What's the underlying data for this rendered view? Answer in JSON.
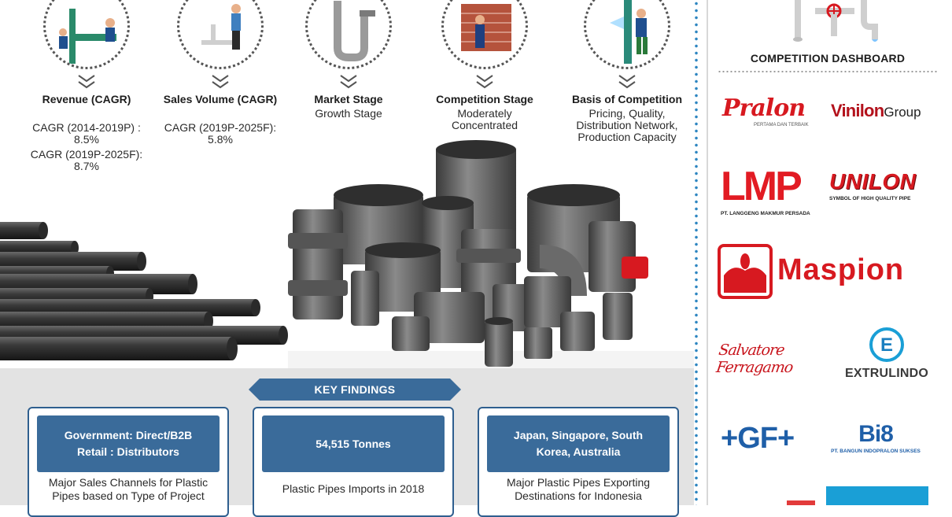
{
  "metrics": [
    {
      "title": "Revenue (CAGR)",
      "lines": [
        "CAGR (2014-2019P) :",
        "8.5%",
        "CAGR (2019P-2025F):",
        "8.7%"
      ]
    },
    {
      "title": "Sales Volume (CAGR)",
      "lines": [
        "CAGR (2019P-2025F):",
        "5.8%"
      ]
    },
    {
      "title": "Market Stage",
      "lines": [
        "Growth Stage"
      ]
    },
    {
      "title": "Competition Stage",
      "lines": [
        "Moderately",
        "Concentrated"
      ]
    },
    {
      "title": "Basis of Competition",
      "lines": [
        "Pricing, Quality,",
        "Distribution Network,",
        "Production Capacity"
      ]
    }
  ],
  "key_findings": {
    "banner": "KEY FINDINGS",
    "cards": [
      {
        "head_lines": [
          "Government: Direct/B2B",
          "Retail : Distributors"
        ],
        "desc_lines": [
          "Major Sales Channels for Plastic",
          "Pipes based on Type of Project"
        ]
      },
      {
        "head_lines": [
          "54,515 Tonnes"
        ],
        "desc_lines": [
          "Plastic Pipes Imports in 2018"
        ]
      },
      {
        "head_lines": [
          "Japan, Singapore, South",
          "Korea, Australia"
        ],
        "desc_lines": [
          "Major Plastic Pipes Exporting",
          "Destinations for Indonesia"
        ]
      }
    ]
  },
  "dashboard": {
    "title": "COMPETITION DASHBOARD",
    "logos": {
      "pralon": {
        "name": "Pralon",
        "tag": "PERTAMA DAN TERBAIK"
      },
      "vinilon": {
        "name": "Vinilon",
        "suffix": "Group"
      },
      "lmp": {
        "name": "LMP",
        "tag": "PT. LANGGENG MAKMUR PERSADA"
      },
      "unilon": {
        "name": "UNILON",
        "tag": "SYMBOL OF HIGH QUALITY PIPE"
      },
      "maspion": {
        "name": "Maspion"
      },
      "salvatore": {
        "name": "Salvatore Ferragamo"
      },
      "extrulindo": {
        "name": "EXTRULINDO",
        "mark": "E"
      },
      "gf": {
        "name": "+GF+"
      },
      "bi8": {
        "name": "Bi8",
        "tag": "PT. BANGUN INDOPRALON SUKSES"
      }
    }
  },
  "colors": {
    "accent_blue": "#3a6b9a",
    "card_border": "#2f5f8f",
    "divider": "#2e86c1",
    "brand_red": "#d71920"
  }
}
